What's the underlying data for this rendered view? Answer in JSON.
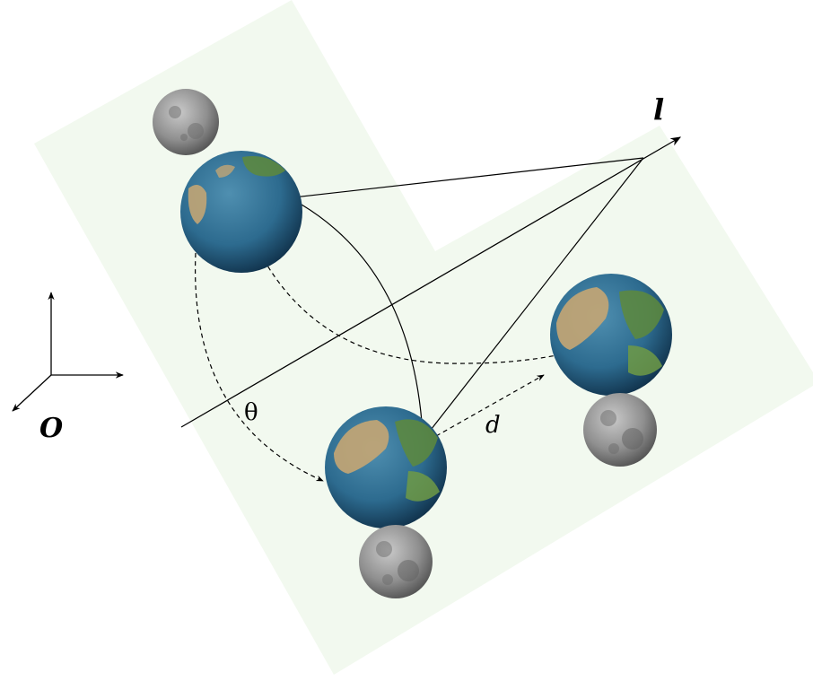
{
  "labels": {
    "axis_l": "l",
    "origin": "O",
    "angle": "θ",
    "distance": "d"
  },
  "colors": {
    "plane": "#f2f9ef",
    "ocean": "#2d6b8f",
    "ocean_dark": "#173e5c",
    "land": "#c2a574",
    "land_green": "#5e8a3c",
    "moon": "#9a9a9a",
    "moon_dark": "#5b5b5b"
  },
  "icons": {
    "earth": "earth-icon",
    "moon": "moon-icon"
  }
}
